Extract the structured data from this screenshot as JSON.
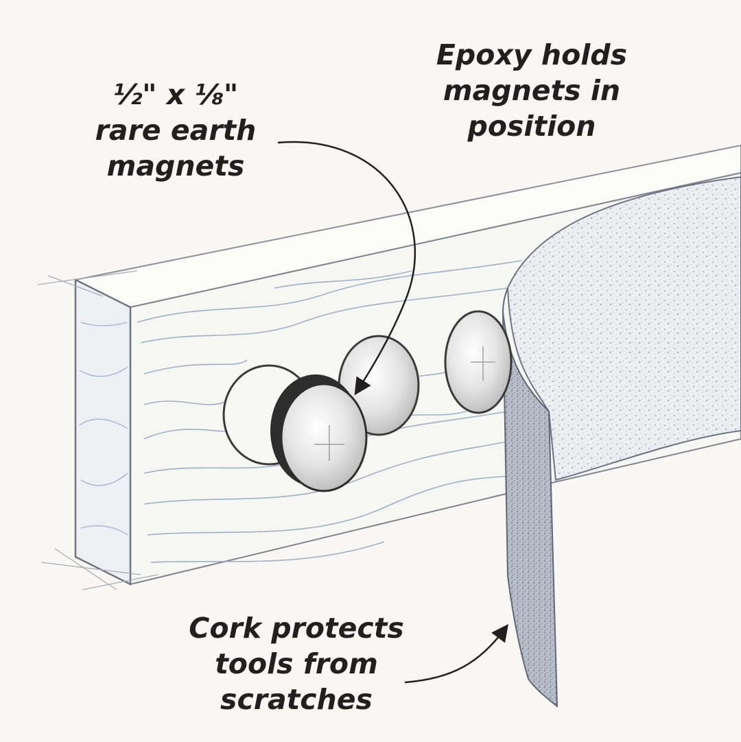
{
  "callouts": {
    "magnets": {
      "line1": "½\" x ⅛\"",
      "line2": "rare earth",
      "line3": "magnets"
    },
    "epoxy": {
      "line1": "Epoxy holds",
      "line2": "magnets in",
      "line3": "position"
    },
    "cork": {
      "line1": "Cork protects",
      "line2": "tools from",
      "line3": "scratches"
    }
  },
  "colors": {
    "background": "#f8f7f3",
    "ink": "#231f20",
    "wood_grain": "#8fa3c4",
    "cork": "#c9ced6"
  }
}
